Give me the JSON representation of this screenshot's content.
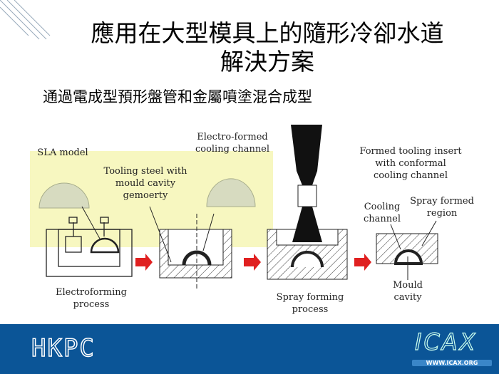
{
  "title": {
    "line1": "應用在大型模具上的隨形冷卻水道",
    "line2": "解決方案"
  },
  "subtitle": "通過電成型預形盤管和金屬噴塗混合成型",
  "diagram": {
    "sla_model": "SLA model",
    "electro_formed": [
      "Electro-formed",
      "cooling  channel"
    ],
    "tooling_steel": [
      "Tooling steel with",
      "mould cavity",
      "gemoerty"
    ],
    "formed_insert": [
      "Formed tooling insert",
      "with conformal",
      "cooling channel"
    ],
    "cooling_channel": [
      "Cooling",
      "channel"
    ],
    "spray_formed": [
      "Spray formed",
      "region"
    ],
    "mould_cavity": [
      "Mould",
      "cavity"
    ],
    "electroforming": [
      "Electroforming",
      "process"
    ],
    "spray_forming": [
      "Spray forming",
      "process"
    ]
  },
  "footer": {
    "left_logo": "HKPC",
    "right_logo": "ICAX",
    "right_url": "WWW.ICAX.ORG"
  },
  "colors": {
    "footer": "#0b5597",
    "highlight": "#f0f08c",
    "arrow": "#e02020"
  }
}
